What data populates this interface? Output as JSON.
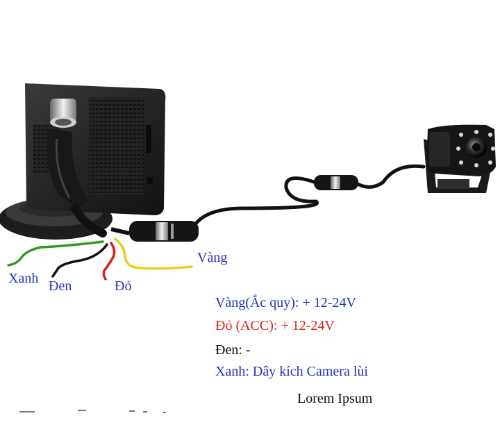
{
  "wire_labels": {
    "xanh": "Xanh",
    "den": "Đen",
    "do": "Đỏ",
    "vang": "Vàng"
  },
  "legend": {
    "vang": "Vàng(Ắc quy): + 12-24V",
    "do": "Đỏ (ACC): + 12-24V",
    "den": "Đen: -",
    "xanh": "Xanh: Dây kích Camera lùi"
  },
  "footer": "Lorem Ipsum",
  "colors": {
    "blue_text": "#2233bb",
    "red_text": "#e02020",
    "black_text": "#111111",
    "wire_green": "#2e9b22",
    "wire_black": "#111111",
    "wire_red": "#d81e1e",
    "wire_yellow": "#e3cf1e",
    "device_body": "#1c1c1c"
  }
}
